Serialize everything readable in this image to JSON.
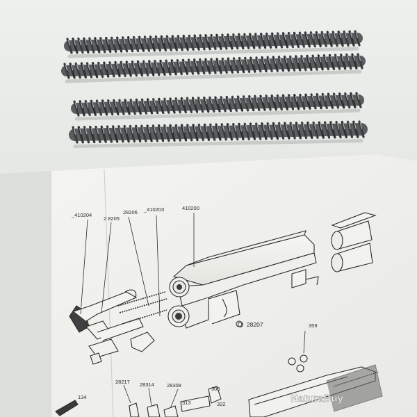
{
  "photo": {
    "subject": "four-compression-springs-on-exploded-parts-diagram",
    "spring_count": 4
  },
  "diagram": {
    "labels": {
      "l410204": "_410204",
      "l28205": "2 8205",
      "l28206": "28206",
      "l410203": "_410203",
      "l410200": "410200",
      "l28207": "28207",
      "l359": "359",
      "l28217": "28217",
      "l28314": "28314",
      "l28308": "28308",
      "l305": "305",
      "l313": "313",
      "l322": "322",
      "l134": "134"
    }
  },
  "watermark": {
    "text": "NaturaBuy"
  }
}
